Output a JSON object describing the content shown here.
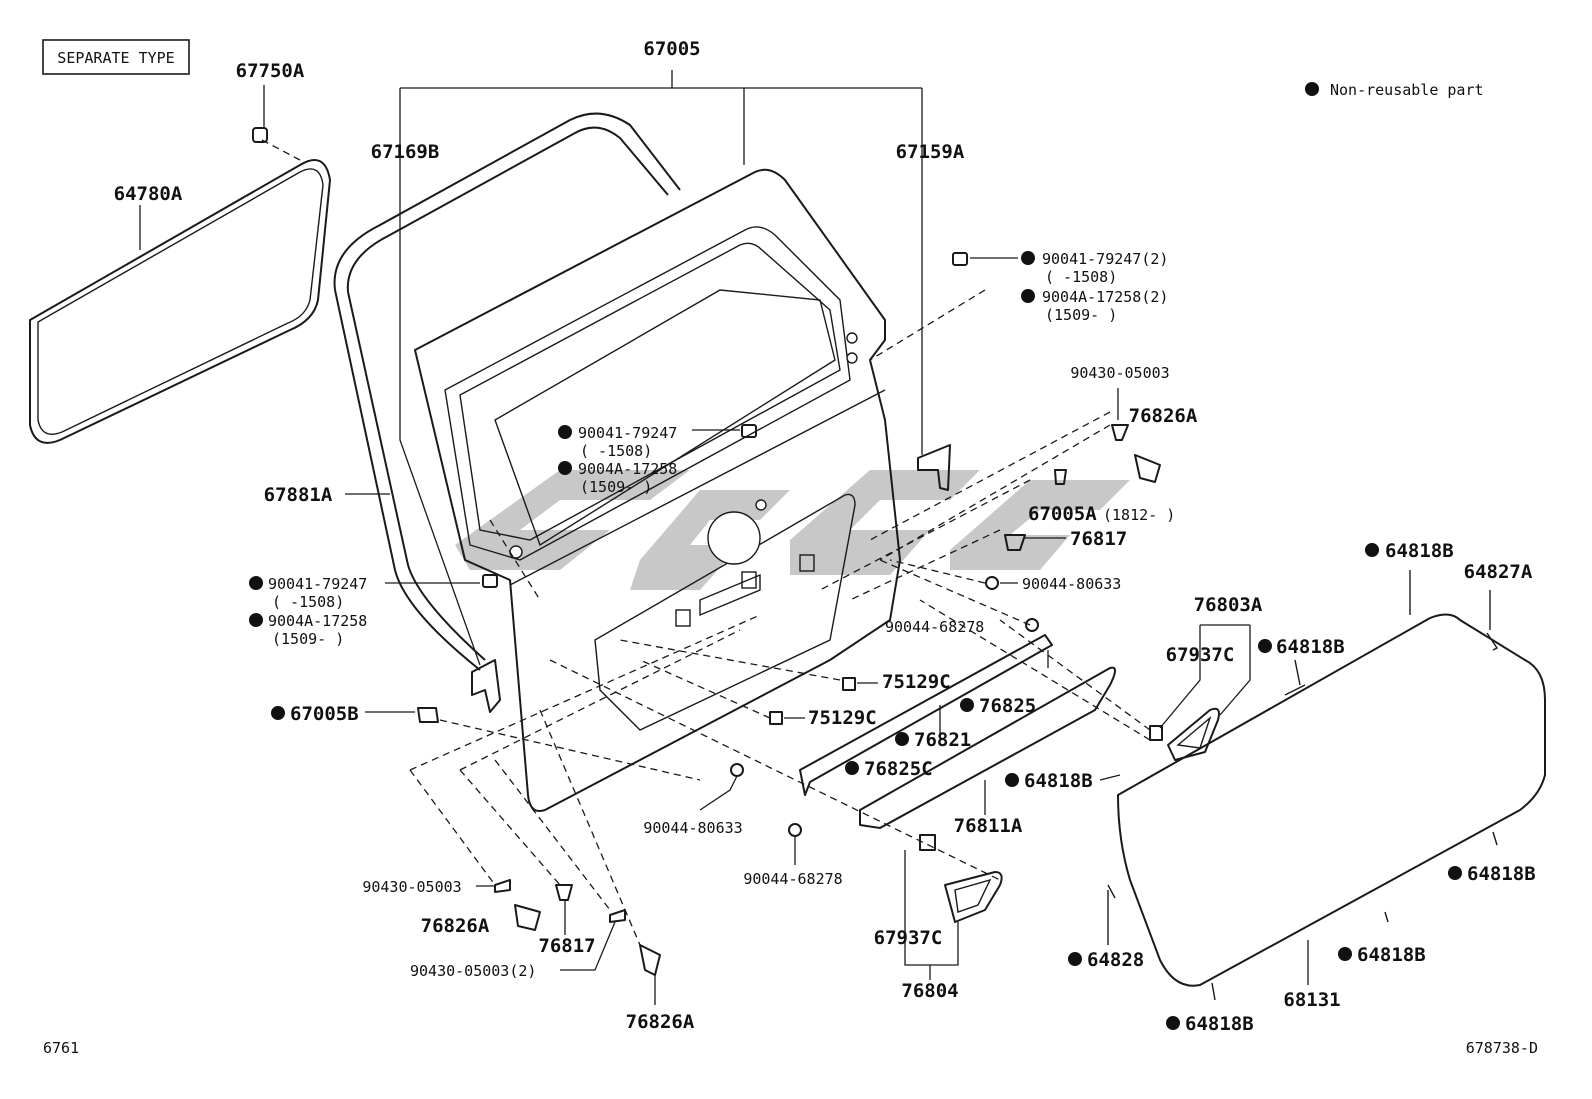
{
  "header": {
    "type_label": "SEPARATE TYPE",
    "legend_text": "Non-reusable part"
  },
  "footer": {
    "page_code": "6761",
    "figure_code": "678738-D"
  },
  "colors": {
    "line": "#1a1a1a",
    "watermark": "#9a9a9a"
  },
  "labels": {
    "l67005": "67005",
    "l67750A": "67750A",
    "l67169B": "67169B",
    "l67159A": "67159A",
    "l64780A": "64780A",
    "l90041_top": "90041-79247(2)",
    "l1508_top": "(     -1508)",
    "l9004A_top": "9004A-17258(2)",
    "l1509_top": "(1509-      )",
    "l90430_top": "90430-05003",
    "l76826A_top": "76826A",
    "l90041_mid": "90041-79247",
    "l1508_mid": "(     -1508)",
    "l9004A_mid": "9004A-17258",
    "l1509_mid": "(1509-      )",
    "l67881A": "67881A",
    "l67005A": "67005A",
    "l1812": "(1812-      )",
    "l76817_right": "76817",
    "l90041_left": "90041-79247",
    "l1508_left": "(     -1508)",
    "l9004A_left": "9004A-17258",
    "l1509_left": "(1509-      )",
    "l90044_80633_right": "90044-80633",
    "l64818B_1": "64818B",
    "l64827A": "64827A",
    "l76803A": "76803A",
    "l90044_68278_right": "90044-68278",
    "l67937C_right": "67937C",
    "l64818B_2": "64818B",
    "l75129C_1": "75129C",
    "l67005B": "67005B",
    "l76825_top": "76825",
    "l75129C_2": "75129C",
    "l76821": "76821",
    "l76825C": "76825C",
    "l64818B_3": "64818B",
    "l76811A": "76811A",
    "l90044_80633_left": "90044-80633",
    "l90044_68278_left": "90044-68278",
    "l64818B_4": "64818B",
    "l90430_left": "90430-05003",
    "l76826A_left": "76826A",
    "l76817_left": "76817",
    "l67937C_bottom": "67937C",
    "l64828": "64828",
    "l64818B_5": "64818B",
    "l90430_2": "90430-05003(2)",
    "l76804": "76804",
    "l68131": "68131",
    "l76826A_bottom": "76826A",
    "l64818B_6": "64818B"
  }
}
